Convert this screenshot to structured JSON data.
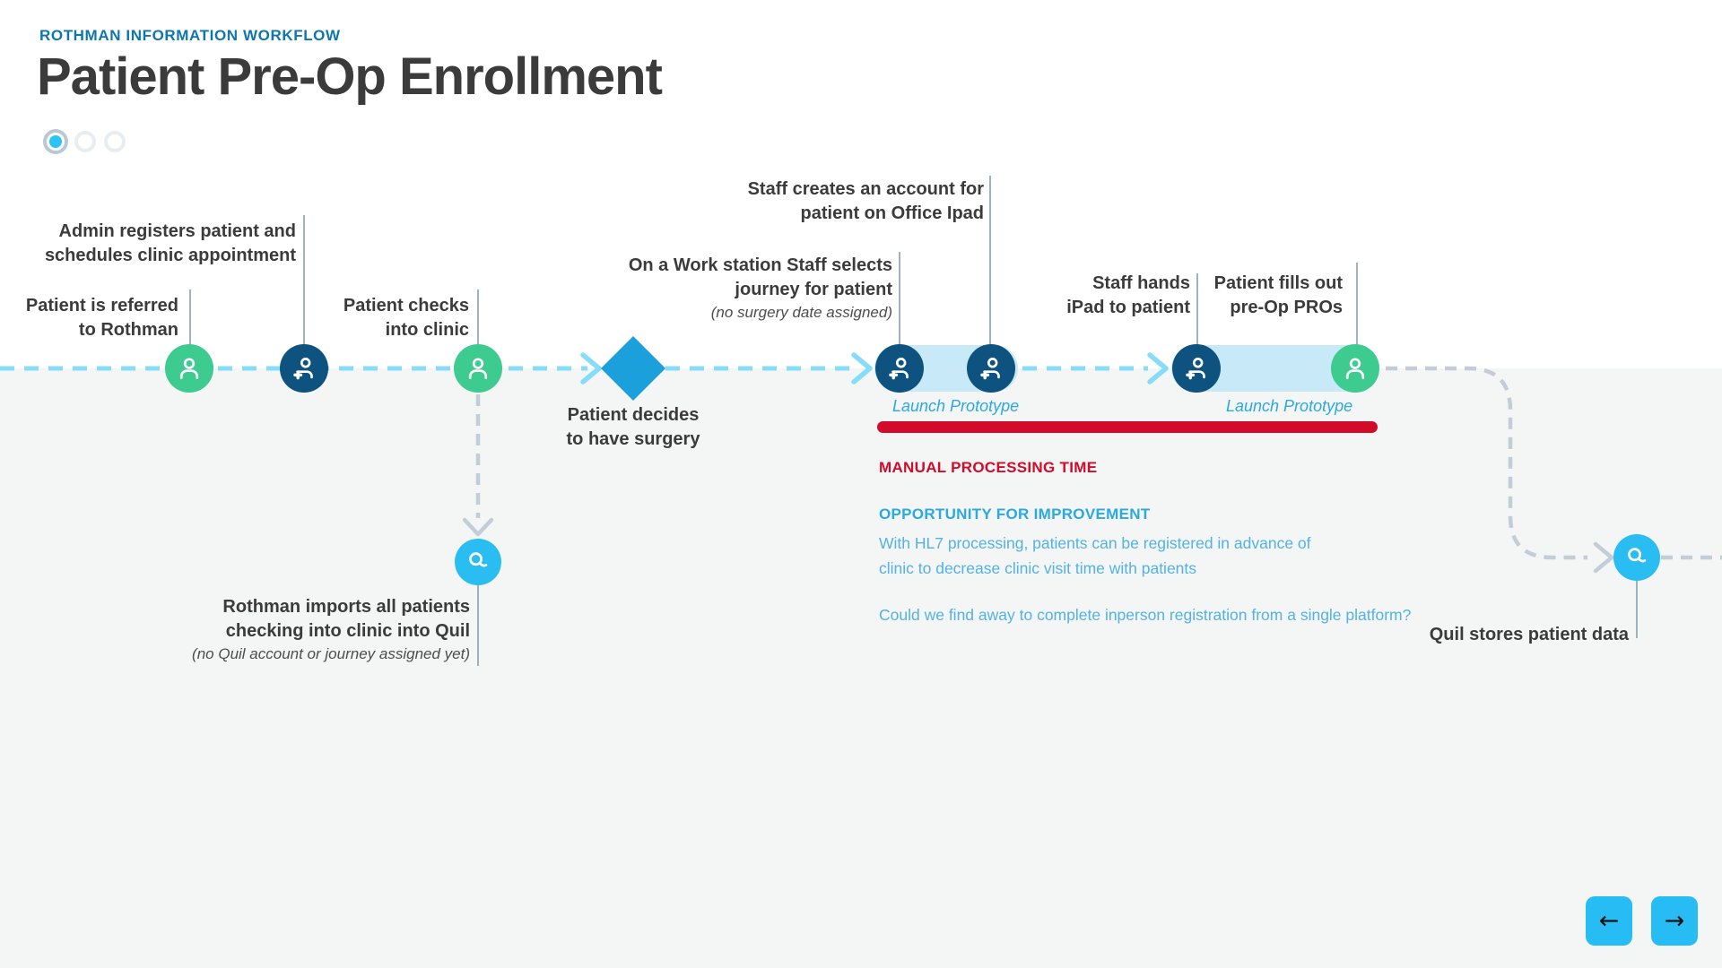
{
  "header": {
    "eyebrow": "ROTHMAN INFORMATION WORKFLOW",
    "title": "Patient Pre-Op Enrollment",
    "pagination": {
      "total_pages": 3,
      "active_page": 1
    }
  },
  "colors": {
    "accent_blue": "#0e76ae",
    "timeline_dash_blue": "#87dcf8",
    "timeline_dash_gray": "#c3cdd8",
    "node_green": "#3ecb90",
    "node_navy": "#0e527f",
    "node_cyan": "#29bdf2",
    "pill_blue": "#c8e9f7",
    "diamond_blue": "#1ca0db",
    "alert_red": "#d20b2b",
    "link_blue": "#2ba9e1",
    "body_blue": "#54b2e3",
    "background_lower": "#f4f5f5"
  },
  "timeline": {
    "labels": {
      "referred": {
        "lines": [
          "Patient is referred",
          "to Rothman"
        ]
      },
      "admin": {
        "lines": [
          "Admin registers patient and",
          "schedules clinic appointment"
        ]
      },
      "checks_in": {
        "lines": [
          "Patient checks",
          "into clinic"
        ]
      },
      "decides": {
        "lines": [
          "Patient decides",
          "to have surgery"
        ]
      },
      "workstation": {
        "lines": [
          "On a Work station Staff selects",
          "journey for patient"
        ],
        "note": "(no surgery date assigned)"
      },
      "creates_account": {
        "lines": [
          "Staff creates an account for",
          "patient on Office Ipad"
        ]
      },
      "hands_ipad": {
        "lines": [
          "Staff hands",
          "iPad to patient"
        ]
      },
      "fills_pros": {
        "lines": [
          "Patient fills out",
          "pre-Op PROs"
        ]
      },
      "rothman_imports": {
        "lines": [
          "Rothman imports all patients",
          "checking into clinic into Quil"
        ],
        "note": "(no Quil account or journey assigned yet)"
      },
      "quil_stores": {
        "lines": [
          "Quil stores patient data"
        ]
      }
    },
    "launch_prototype_1": "Launch Prototype",
    "launch_prototype_2": "Launch Prototype"
  },
  "annotations": {
    "manual_processing": "MANUAL PROCESSING TIME",
    "opportunity_heading": "OPPORTUNITY FOR IMPROVEMENT",
    "opportunity_body": "With HL7 processing, patients can be registered in advance of clinic to decrease clinic visit time with patients",
    "opportunity_question": "Could we find away to complete inperson registration from a single platform?"
  },
  "nav": {
    "prev_label": "←",
    "next_label": "→"
  }
}
